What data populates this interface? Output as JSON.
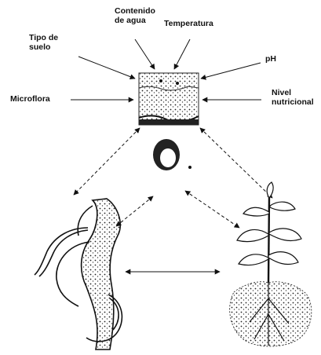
{
  "labels": {
    "contenido": "Contenido\nde agua",
    "temperatura": "Temperatura",
    "tipo": "Tipo de\nsuelo",
    "ph": "pH",
    "microflora": "Microflora",
    "nivel": "Nivel\nnutricional"
  },
  "icons": {
    "soil": "soil-sample-icon",
    "pathogen": "pathogen-spore-icon",
    "root": "infected-root-icon",
    "plant": "plant-with-roots-icon"
  },
  "colors": {
    "ink": "#111111",
    "paper": "#ffffff"
  }
}
